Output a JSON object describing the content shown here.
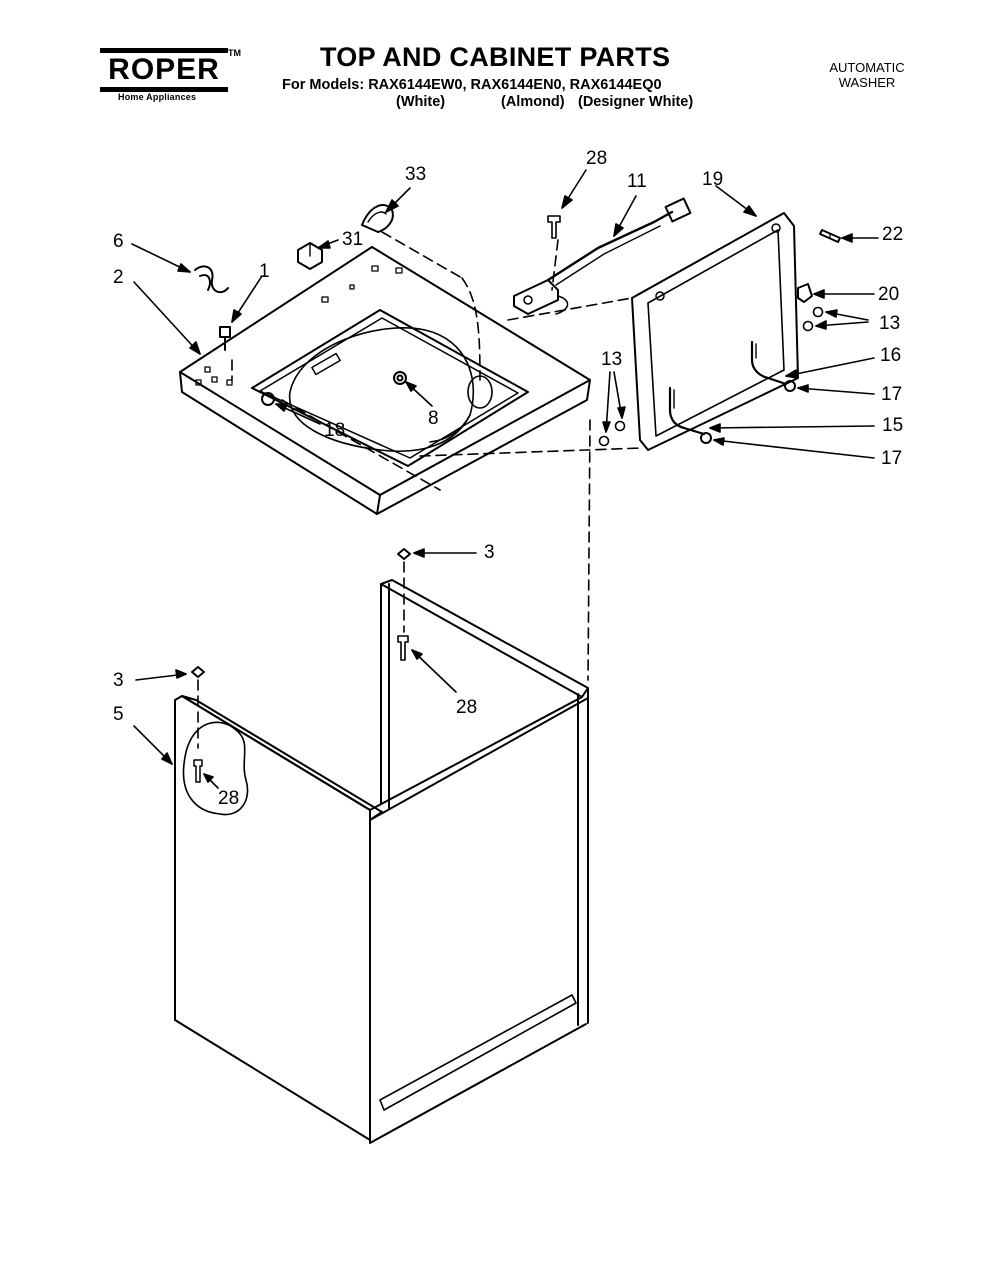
{
  "header": {
    "brand": "ROPER",
    "brand_mark": "TM",
    "brand_sub": "Home Appliances",
    "title": "TOP AND CABINET PARTS",
    "models_line": "For Models: RAX6144EW0, RAX6144EN0, RAX6144EQ0",
    "variants": [
      "(White)",
      "(Almond)",
      "(Designer White)"
    ],
    "product_type": [
      "AUTOMATIC",
      "WASHER"
    ]
  },
  "callouts": {
    "c33": "33",
    "c28_top": "28",
    "c11": "11",
    "c19": "19",
    "c22": "22",
    "c6": "6",
    "c31": "31",
    "c1": "1",
    "c2": "2",
    "c20": "20",
    "c13_right": "13",
    "c16": "16",
    "c13_mid": "13",
    "c17_upper": "17",
    "c15": "15",
    "c17_lower": "17",
    "c8": "8",
    "c18": "18",
    "c3_right": "3",
    "c28_mid": "28",
    "c3_left": "3",
    "c5": "5",
    "c28_left": "28"
  }
}
